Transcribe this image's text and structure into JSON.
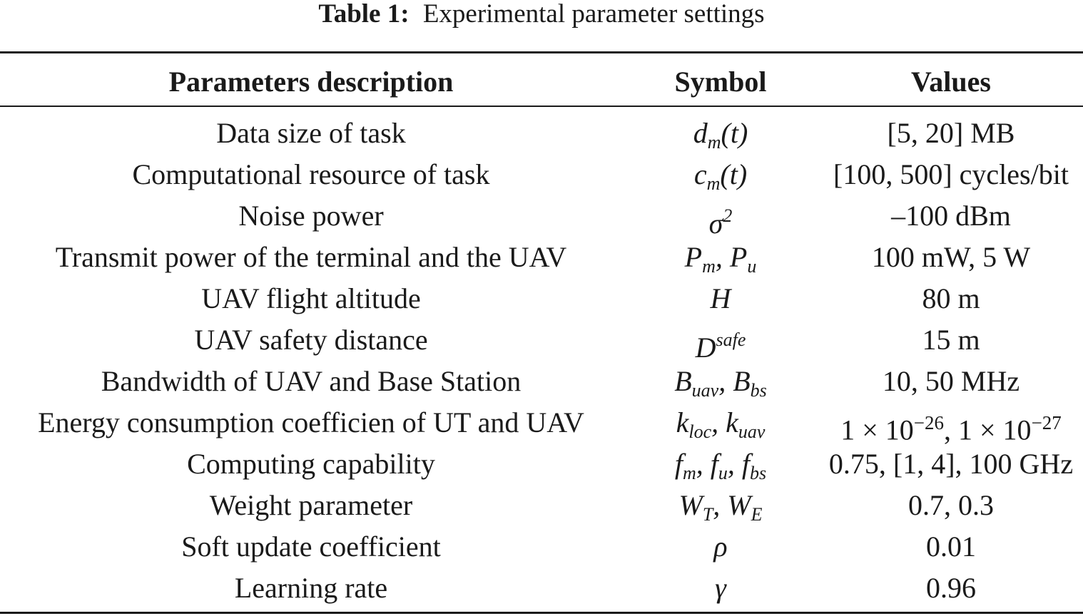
{
  "caption": {
    "label": "Table 1:",
    "text": "Experimental parameter settings"
  },
  "table": {
    "headers": [
      "Parameters description",
      "Symbol",
      "Values"
    ],
    "rows": [
      {
        "description": "Data size of task",
        "symbol": "d_m(t)",
        "value": "[5, 20] MB"
      },
      {
        "description": "Computational resource of task",
        "symbol": "c_m(t)",
        "value": "[100, 500] cycles/bit"
      },
      {
        "description": "Noise power",
        "symbol": "σ^2",
        "value": "–100 dBm"
      },
      {
        "description": "Transmit power of the terminal and the UAV",
        "symbol": "P_m, P_u",
        "value": "100 mW, 5 W"
      },
      {
        "description": "UAV flight altitude",
        "symbol": "H",
        "value": "80 m"
      },
      {
        "description": "UAV safety distance",
        "symbol": "D^safe",
        "value": "15 m"
      },
      {
        "description": "Bandwidth of UAV and Base Station",
        "symbol": "B_uav, B_bs",
        "value": "10, 50 MHz"
      },
      {
        "description": "Energy consumption coefficien of UT and UAV",
        "symbol": "k_loc, k_uav",
        "value": "1 × 10^−26, 1 × 10^−27"
      },
      {
        "description": "Computing capability",
        "symbol": "f_m, f_u, f_bs",
        "value": "0.75, [1, 4], 100 GHz"
      },
      {
        "description": "Weight parameter",
        "symbol": "W_T, W_E",
        "value": "0.7, 0.3"
      },
      {
        "description": "Soft update coefficient",
        "symbol": "ρ",
        "value": "0.01"
      },
      {
        "description": "Learning rate",
        "symbol": "γ",
        "value": "0.96"
      }
    ]
  }
}
